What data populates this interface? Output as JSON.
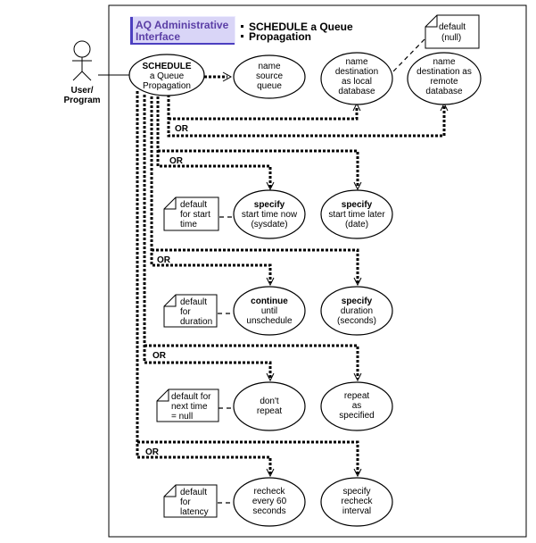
{
  "title_box": {
    "line1": "AQ Administrative",
    "line2": "Interface",
    "bg_color": "#d9d5f7",
    "text_color": "#5b3fa6",
    "border_color": "#4c3fc0"
  },
  "heading": {
    "line1": "SCHEDULE a Queue",
    "line2": "Propagation"
  },
  "actor": {
    "line1": "User/",
    "line2": "Program"
  },
  "or_label": "OR",
  "main_use_case": {
    "lines": [
      "SCHEDULE",
      "a Queue",
      "Propagation"
    ]
  },
  "use_cases": {
    "source_queue": [
      "name",
      "source",
      "queue"
    ],
    "dest_local": [
      "name",
      "destination",
      "as local",
      "database"
    ],
    "dest_remote": [
      "name",
      "destination as",
      "remote",
      "database"
    ],
    "start_now": [
      "specify",
      "start time now",
      "(sysdate)"
    ],
    "start_later": [
      "specify",
      "start time later",
      "(date)"
    ],
    "continue_until": [
      "continue",
      "until",
      "unschedule"
    ],
    "specify_duration": [
      "specify",
      "duration",
      "(seconds)"
    ],
    "dont_repeat": [
      "don't",
      "repeat"
    ],
    "repeat_specified": [
      "repeat",
      "as",
      "specified"
    ],
    "recheck_60": [
      "recheck",
      "every 60",
      "seconds"
    ],
    "recheck_interval": [
      "specify",
      "recheck",
      "interval"
    ]
  },
  "notes": {
    "dest_default": [
      "default",
      "(null)"
    ],
    "start_default": [
      "default",
      "for start",
      "time"
    ],
    "duration_default": [
      "default",
      "for",
      "duration"
    ],
    "next_time_default": [
      "default for",
      "next time",
      "= null"
    ],
    "latency_default": [
      "default",
      "for",
      "latency"
    ]
  }
}
